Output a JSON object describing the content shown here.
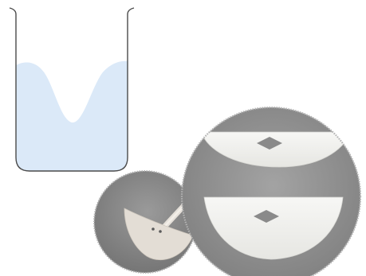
{
  "scene": {
    "beaker": {
      "icon": "beaker-with-vortex",
      "glass_color": "#4a4a4a",
      "liquid_color": "#dbe9f8"
    },
    "small_photo": {
      "icon": "crescent-stir-paddle-on-shaft",
      "background": "#858585",
      "blade_color": "#e3ddd5"
    },
    "large_photo": {
      "icon": "two-crescent-stir-blades-closeup",
      "background": "#8e8e8e",
      "blade_color": "#f3f3f1"
    }
  }
}
